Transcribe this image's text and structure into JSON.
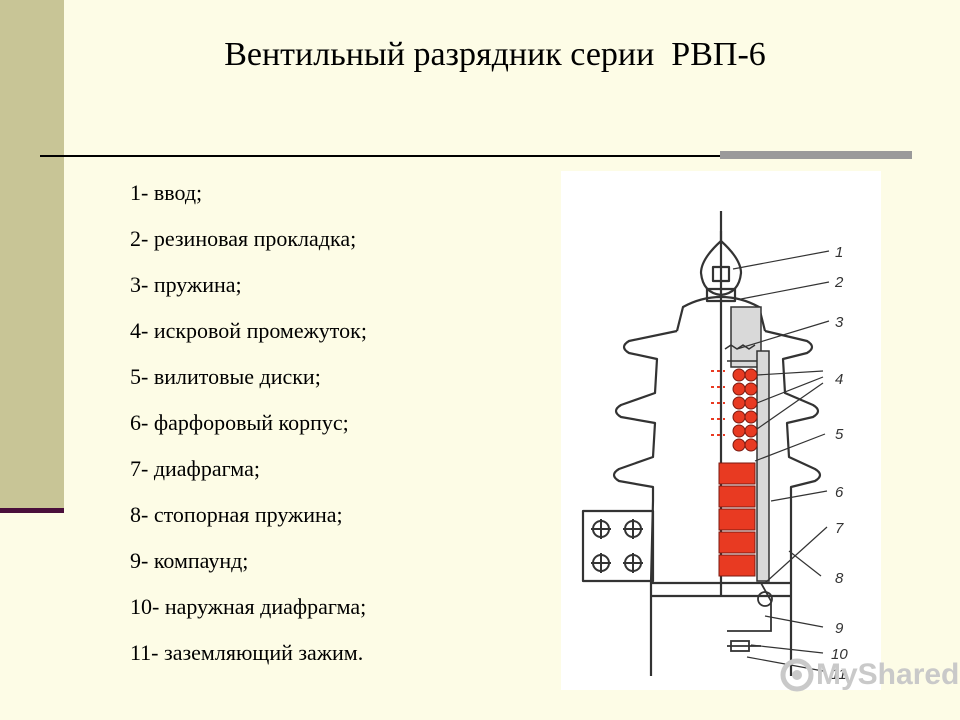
{
  "title": "Вентильный разрядник серии  РВП-6",
  "legend": [
    "1- ввод;",
    "2- резиновая прокладка;",
    "3- пружина;",
    "4- искровой промежуток;",
    "5- вилитовые диски;",
    "6- фарфоровый корпус;",
    "7- диафрагма;",
    "8- стопорная пружина;",
    "9- компаунд;",
    "10- наружная диафрагма;",
    "11- заземляющий зажим."
  ],
  "callouts": [
    "1",
    "2",
    "3",
    "4",
    "5",
    "6",
    "7",
    "8",
    "9",
    "10",
    "11"
  ],
  "watermark": {
    "text": "MyShared"
  },
  "colors": {
    "background": "#fdfce6",
    "sidebar": "#c8c596",
    "sidebar_accent": "#4a0f3b",
    "rule_accent": "#9a9a9a",
    "vilite_discs": "#e83a22"
  }
}
